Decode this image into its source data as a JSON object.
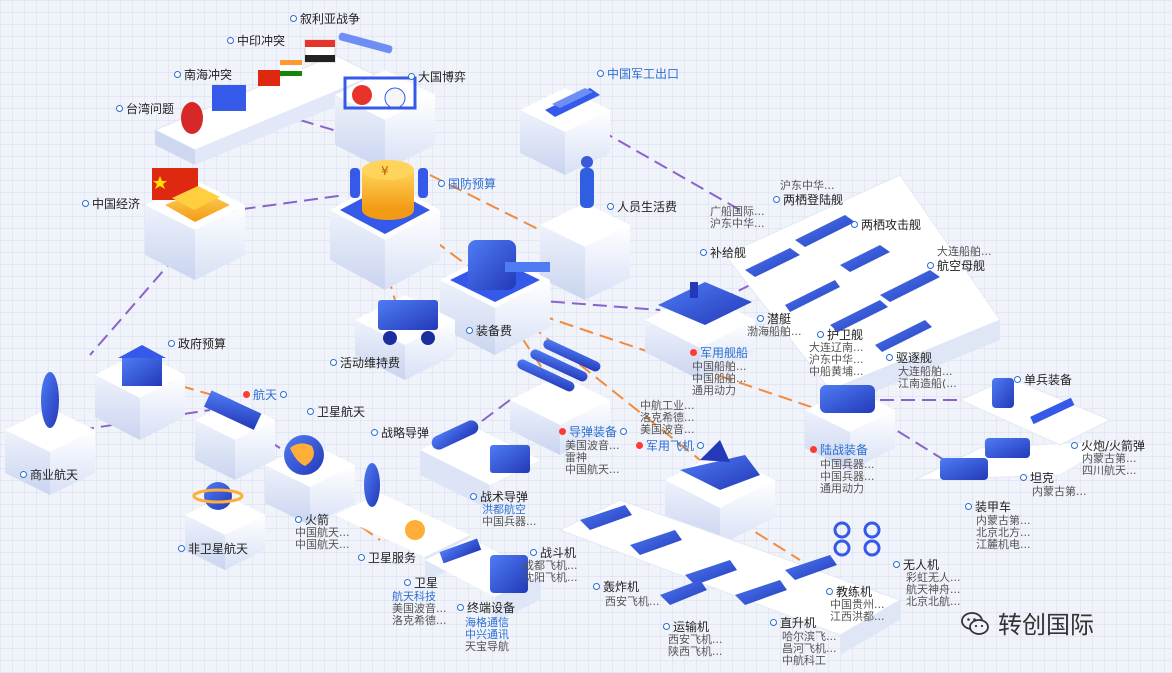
{
  "nodes": {
    "syria": "叙利亚战争",
    "india": "中印冲突",
    "south_sea": "南海冲突",
    "taiwan": "台湾问题",
    "great_power": "大国博弈",
    "economy": "中国经济",
    "defense_budget": "国防预算",
    "export": "中国军工出口",
    "personnel": "人员生活费",
    "equipment_fee": "装备费",
    "activity": "活动维持费",
    "gov_budget": "政府预算",
    "commercial_space": "商业航天",
    "aerospace": "航天",
    "satellite_space": "卫星航天",
    "non_satellite": "非卫星航天",
    "rocket": "火箭",
    "sat_service": "卫星服务",
    "satellite": "卫星",
    "terminal": "终端设备",
    "strategic_missile": "战略导弹",
    "tactical_missile": "战术导弹",
    "missile_equip": "导弹装备",
    "naval": "军用舰船",
    "aircraft": "军用飞机",
    "land": "陆战装备",
    "amphibious_dock": "两栖登陆舰",
    "amphibious_assault": "两栖攻击舰",
    "supply": "补给舰",
    "carrier": "航空母舰",
    "submarine": "潜艇",
    "frigate": "护卫舰",
    "destroyer": "驱逐舰",
    "fighter": "战斗机",
    "bomber": "轰炸机",
    "transport": "运输机",
    "helicopter": "直升机",
    "trainer": "教练机",
    "uav": "无人机",
    "infantry": "单兵装备",
    "artillery": "火炮/火箭弹",
    "tank": "坦克",
    "apc": "装甲车"
  },
  "companies": {
    "amphib_dock_top": "沪东中华...",
    "amphib_dock_side": [
      "广船国际...",
      "沪东中华..."
    ],
    "carrier_top": "大连船舶...",
    "submarine": [
      "渤海船舶..."
    ],
    "frigate": [
      "大连辽南...",
      "沪东中华...",
      "中船黄埔..."
    ],
    "destroyer": [
      "大连船舶...",
      "江南造船(..."
    ],
    "naval": [
      "中国船舶...",
      "中国船舶...",
      "通用动力"
    ],
    "missile_equip": [
      "美国波音...",
      "雷神",
      "中国航天..."
    ],
    "aircraft_left": [
      "中航工业...",
      "洛克希德...",
      "美国波音..."
    ],
    "tactical_missile_blue": [
      "洪都航空"
    ],
    "tactical_missile": [
      "中国兵器..."
    ],
    "rocket": [
      "中国航天...",
      "中国航天..."
    ],
    "satellite_blue": [
      "航天科技"
    ],
    "satellite": [
      "美国波音...",
      "洛克希德..."
    ],
    "terminal_blue": [
      "海格通信",
      "中兴通讯"
    ],
    "terminal": [
      "天宝导航"
    ],
    "fighter": [
      "成都飞机...",
      "沈阳飞机..."
    ],
    "bomber": [
      "西安飞机..."
    ],
    "transport": [
      "西安飞机...",
      "陕西飞机..."
    ],
    "helicopter": [
      "哈尔滨飞...",
      "昌河飞机...",
      "中航科工"
    ],
    "trainer": [
      "中国贵州...",
      "江西洪都..."
    ],
    "uav": [
      "彩虹无人...",
      "航天神舟...",
      "北京北航..."
    ],
    "land": [
      "中国兵器...",
      "中国兵器...",
      "通用动力"
    ],
    "artillery": [
      "内蒙古第...",
      "四川航天..."
    ],
    "tank": [
      "内蒙古第..."
    ],
    "apc": [
      "内蒙古第...",
      "北京北方...",
      "江麓机电..."
    ]
  },
  "watermark": "转创国际",
  "icons": {
    "node_marker": "circle-dot-icon",
    "highlight_marker": "red-dot-icon",
    "watermark_logo": "wechat-icon"
  },
  "colors": {
    "link_purple": "#8a63c9",
    "link_orange": "#f28b3c",
    "accent_blue": "#2c6fd0",
    "highlight_red": "#ff3b30",
    "block_blue": "#2f5fe0"
  }
}
